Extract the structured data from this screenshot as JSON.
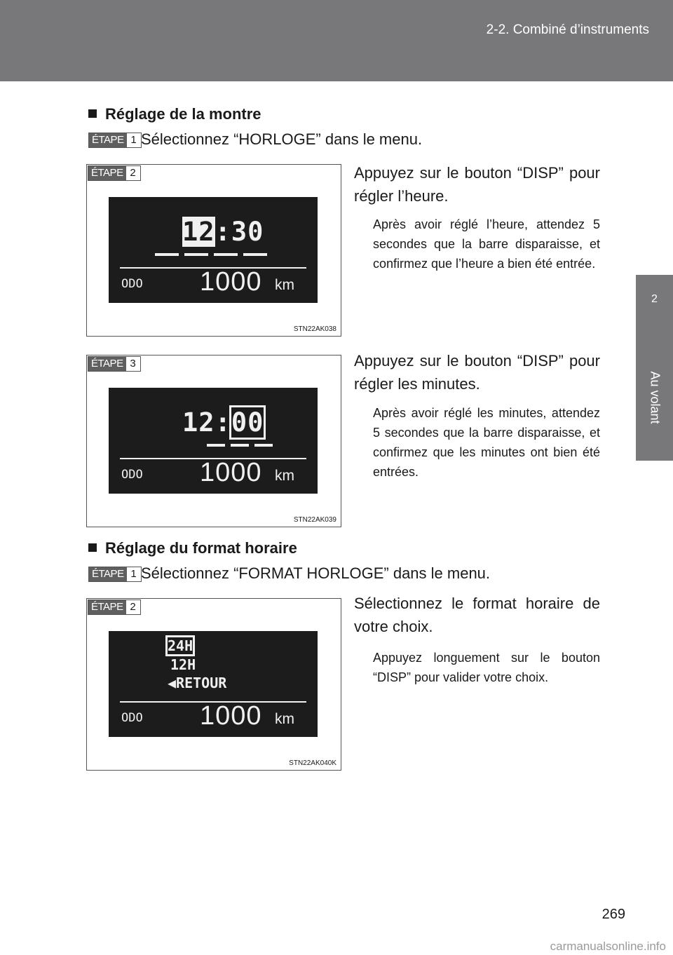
{
  "header": {
    "title": "2-2. Combiné d’instruments"
  },
  "side_tab": {
    "number": "2",
    "label": "Au volant"
  },
  "step_word": "ÉTAPE",
  "section1": {
    "title": "Réglage de la montre",
    "step1": {
      "num": "1",
      "text": "Sélectionnez “HORLOGE” dans le menu."
    },
    "step2": {
      "num": "2",
      "instruction": "Appuyez sur le bouton “DISP” pour régler l’heure.",
      "note": "Après avoir réglé l’heure, attendez 5 secondes que la barre disparaisse, et confirmez que l’heure a bien été entrée.",
      "figure_code": "STN22AK038",
      "display": {
        "hours": "12",
        "colon": ":",
        "minutes": "30",
        "odo_label": "ODO",
        "odo_value": "1000",
        "unit": "km"
      }
    },
    "step3": {
      "num": "3",
      "instruction": "Appuyez sur le bouton “DISP” pour régler les minutes.",
      "note": "Après avoir réglé les minutes, attendez 5 secondes que la barre disparaisse, et confirmez que les minutes ont bien été entrées.",
      "figure_code": "STN22AK039",
      "display": {
        "hours": "12",
        "colon": ":",
        "minutes": "00",
        "odo_label": "ODO",
        "odo_value": "1000",
        "unit": "km"
      }
    }
  },
  "section2": {
    "title": "Réglage du format horaire",
    "step1": {
      "num": "1",
      "text": "Sélectionnez “FORMAT HORLOGE” dans le menu."
    },
    "step2": {
      "num": "2",
      "instruction": "Sélectionnez le format horaire de votre choix.",
      "note": "Appuyez longuement sur le bouton “DISP” pour valider votre choix.",
      "figure_code": "STN22AK040K",
      "display": {
        "opt1": "24H",
        "opt2": "12H",
        "opt3": "RETOUR",
        "odo_label": "ODO",
        "odo_value": "1000",
        "unit": "km"
      }
    }
  },
  "footer": {
    "page_number": "269",
    "watermark": "carmanualsonline.info"
  }
}
